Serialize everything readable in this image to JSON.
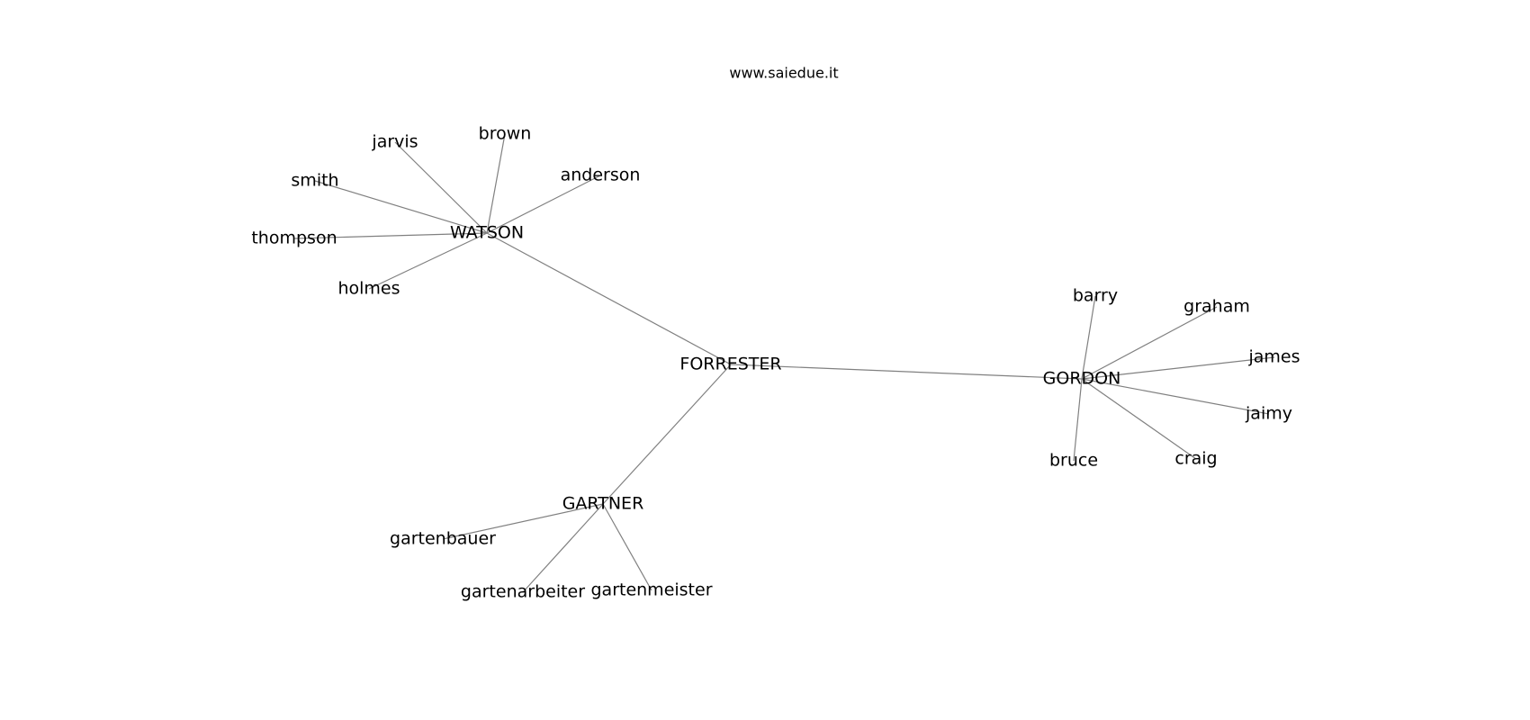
{
  "header": {
    "title": "www.saiedue.it"
  },
  "graph": {
    "nodes": [
      {
        "id": "forrester",
        "label": "FORRESTER"
      },
      {
        "id": "watson",
        "label": "WATSON"
      },
      {
        "id": "gordon",
        "label": "GORDON"
      },
      {
        "id": "gartner",
        "label": "GARTNER"
      },
      {
        "id": "jarvis",
        "label": "jarvis"
      },
      {
        "id": "brown",
        "label": "brown"
      },
      {
        "id": "anderson",
        "label": "anderson"
      },
      {
        "id": "smith",
        "label": "smith"
      },
      {
        "id": "thompson",
        "label": "thompson"
      },
      {
        "id": "holmes",
        "label": "holmes"
      },
      {
        "id": "barry",
        "label": "barry"
      },
      {
        "id": "graham",
        "label": "graham"
      },
      {
        "id": "james",
        "label": "james"
      },
      {
        "id": "jaimy",
        "label": "jaimy"
      },
      {
        "id": "craig",
        "label": "craig"
      },
      {
        "id": "bruce",
        "label": "bruce"
      },
      {
        "id": "gartenbauer",
        "label": "gartenbauer"
      },
      {
        "id": "gartenarbeiter",
        "label": "gartenarbeiter"
      },
      {
        "id": "gartenmeister",
        "label": "gartenmeister"
      }
    ],
    "edges": [
      [
        "forrester",
        "watson"
      ],
      [
        "forrester",
        "gordon"
      ],
      [
        "forrester",
        "gartner"
      ],
      [
        "watson",
        "jarvis"
      ],
      [
        "watson",
        "brown"
      ],
      [
        "watson",
        "anderson"
      ],
      [
        "watson",
        "smith"
      ],
      [
        "watson",
        "thompson"
      ],
      [
        "watson",
        "holmes"
      ],
      [
        "gordon",
        "barry"
      ],
      [
        "gordon",
        "graham"
      ],
      [
        "gordon",
        "james"
      ],
      [
        "gordon",
        "jaimy"
      ],
      [
        "gordon",
        "craig"
      ],
      [
        "gordon",
        "bruce"
      ],
      [
        "gartner",
        "gartenbauer"
      ],
      [
        "gartner",
        "gartenarbeiter"
      ],
      [
        "gartner",
        "gartenmeister"
      ]
    ]
  }
}
